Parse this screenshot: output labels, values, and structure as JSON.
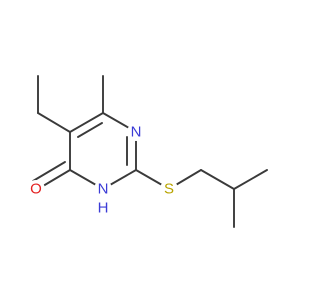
{
  "molecule": {
    "atoms": {
      "n1": "N",
      "n3": "N",
      "h3": "H",
      "o": "O",
      "s": "S"
    }
  },
  "colors": {
    "bond": "#3a3a3a",
    "nitrogen": "#3b3bd6",
    "oxygen": "#e32020",
    "sulfur": "#b8a400"
  }
}
